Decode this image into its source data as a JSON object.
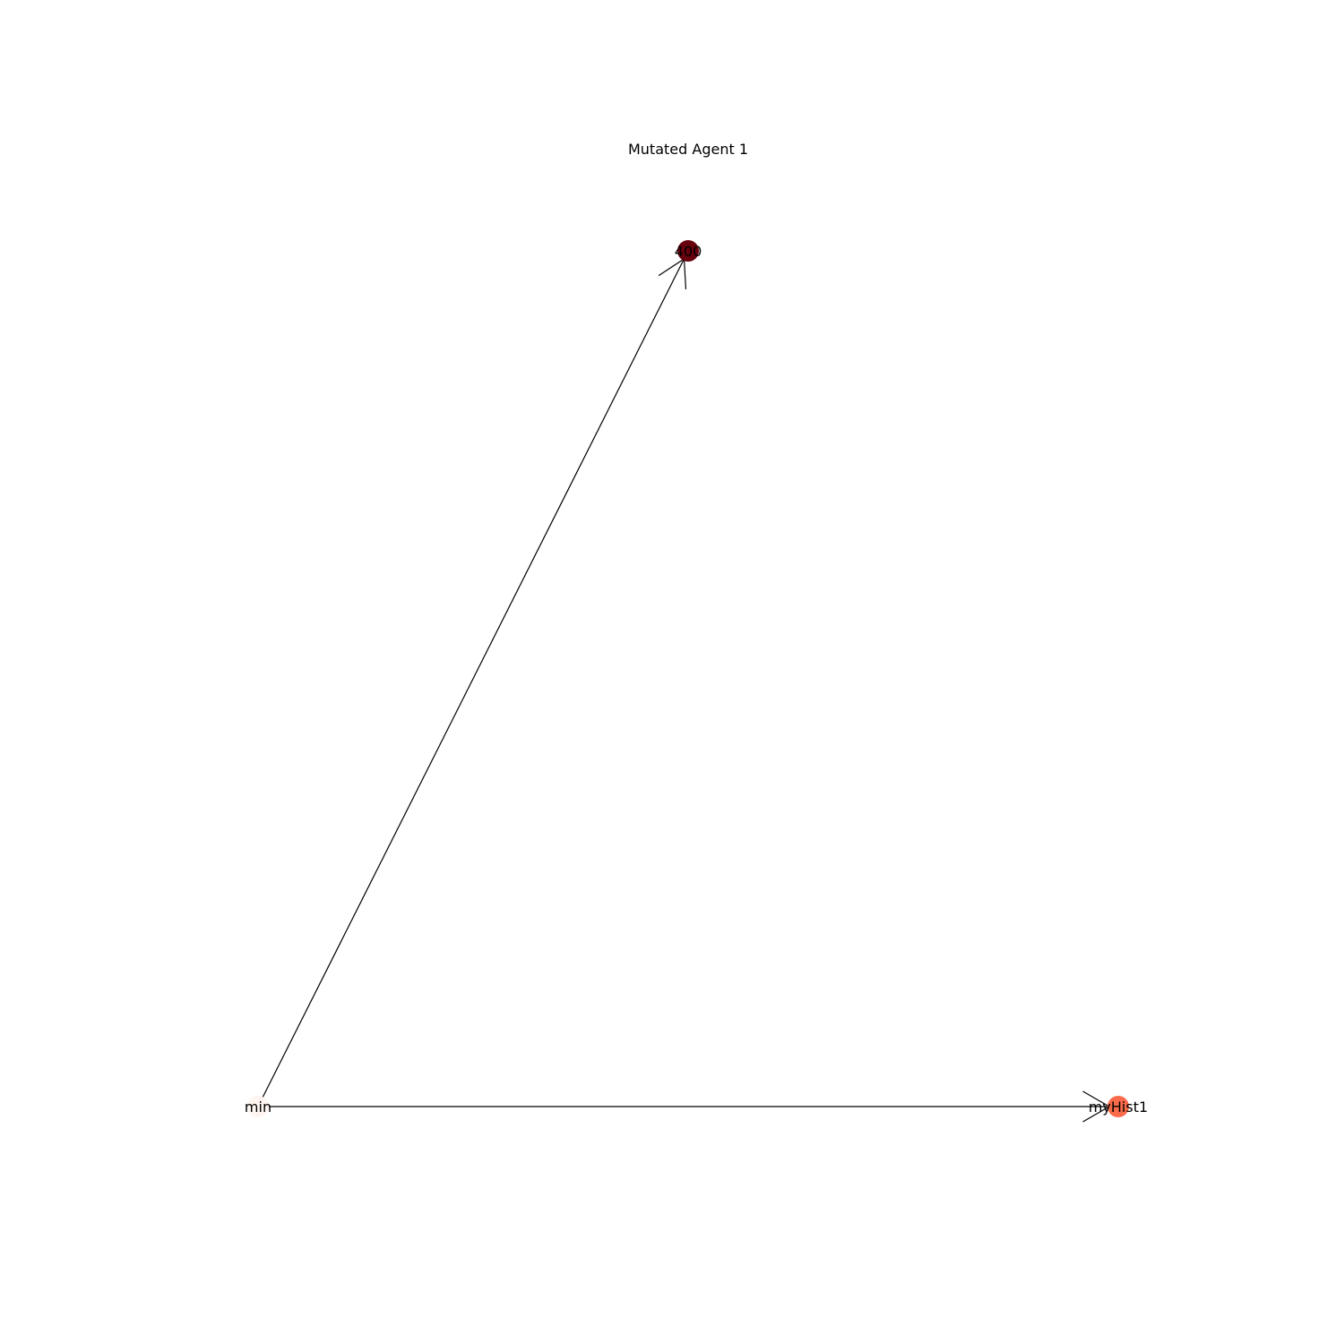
{
  "title": "Mutated Agent 1",
  "colors": {
    "edge": "#000000",
    "label": "#000000",
    "node_min": "#fff5f0",
    "node_400": "#67000d",
    "node_myHist1": "#fb6a4a"
  },
  "nodes": [
    {
      "id": "400",
      "label": "400",
      "color": "#67000d"
    },
    {
      "id": "min",
      "label": "min",
      "color": "#fff5f0"
    },
    {
      "id": "myHist1",
      "label": "myHist1",
      "color": "#fb6a4a"
    }
  ],
  "edges": [
    {
      "source": "min",
      "target": "400",
      "directed": true
    },
    {
      "source": "min",
      "target": "myHist1",
      "directed": true
    }
  ]
}
